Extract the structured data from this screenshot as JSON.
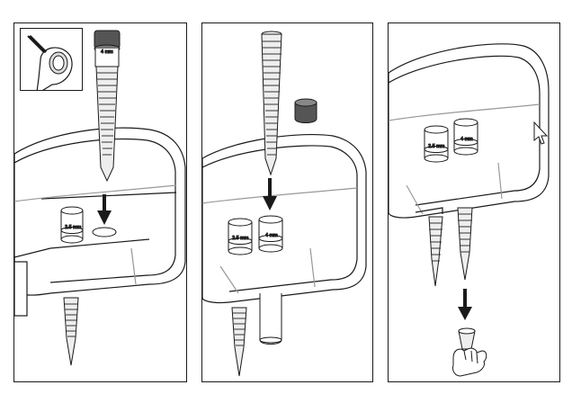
{
  "figure": {
    "panels": [
      {
        "name": "step-1",
        "labels": {
          "cap_tip": "4 mm",
          "cup": "2.5 mm"
        }
      },
      {
        "name": "step-2",
        "labels": {
          "cup_left": "2.5 mm",
          "cup_right": "4 mm"
        }
      },
      {
        "name": "step-3",
        "labels": {
          "cup_left": "2.5 mm",
          "cup_right": "4 mm"
        }
      }
    ]
  },
  "colors": {
    "line": "#1a1a1a",
    "fill": "#ffffff",
    "cap": "#555555",
    "shade": "#dddddd"
  },
  "icons": [
    "otoscope-icon",
    "arrow-down-icon",
    "hand-icon",
    "cursor-icon",
    "speculum-icon",
    "cap-icon"
  ]
}
